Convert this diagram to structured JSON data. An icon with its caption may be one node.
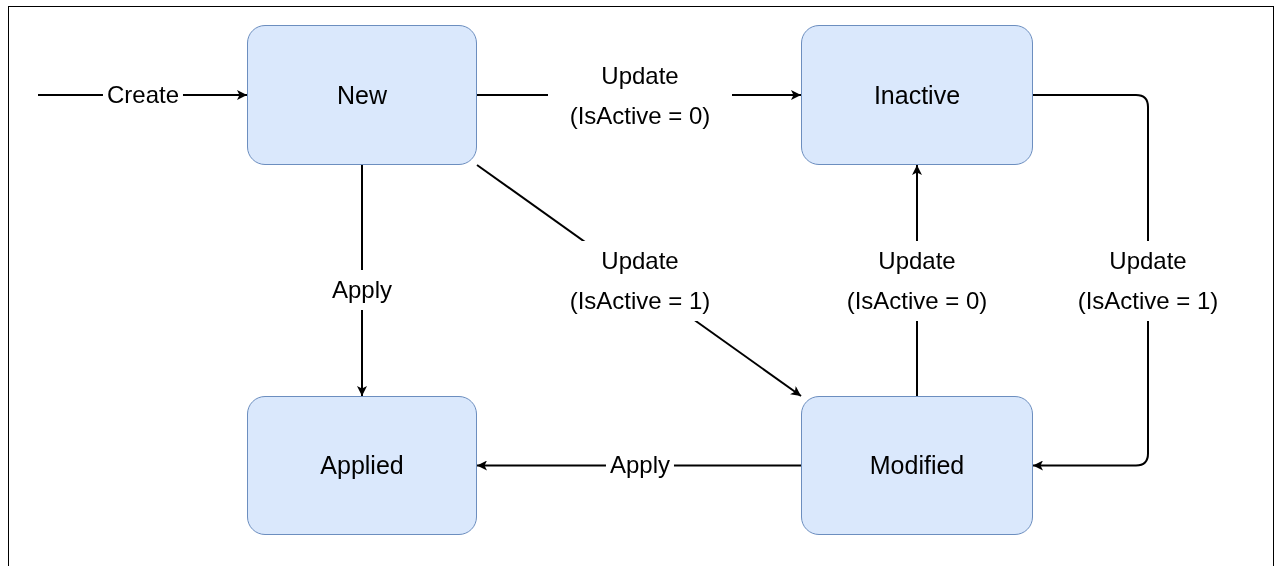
{
  "diagram": {
    "nodes": [
      {
        "text": [
          "New"
        ]
      },
      {
        "text": [
          "Inactive"
        ]
      },
      {
        "text": [
          "Applied"
        ]
      },
      {
        "text": [
          "Modified"
        ]
      }
    ],
    "edges": [
      {
        "from": null,
        "to": 0,
        "arrow": "to",
        "label": "Create"
      },
      {
        "from": 0,
        "to": 1,
        "arrow": "to",
        "label": "Update (IsActive = 0)"
      },
      {
        "from": 0,
        "to": 3,
        "arrow": "to",
        "label": "Update (IsActive = 1)"
      },
      {
        "from": 0,
        "to": 2,
        "arrow": "to",
        "label": "Apply"
      },
      {
        "from": 3,
        "to": 1,
        "arrow": "to",
        "label": "Update (IsActive = 0)"
      },
      {
        "from": 1,
        "to": 3,
        "arrow": "to",
        "label": "Update (IsActive = 1)"
      },
      {
        "from": 3,
        "to": 2,
        "arrow": "to",
        "label": "Apply"
      }
    ]
  }
}
